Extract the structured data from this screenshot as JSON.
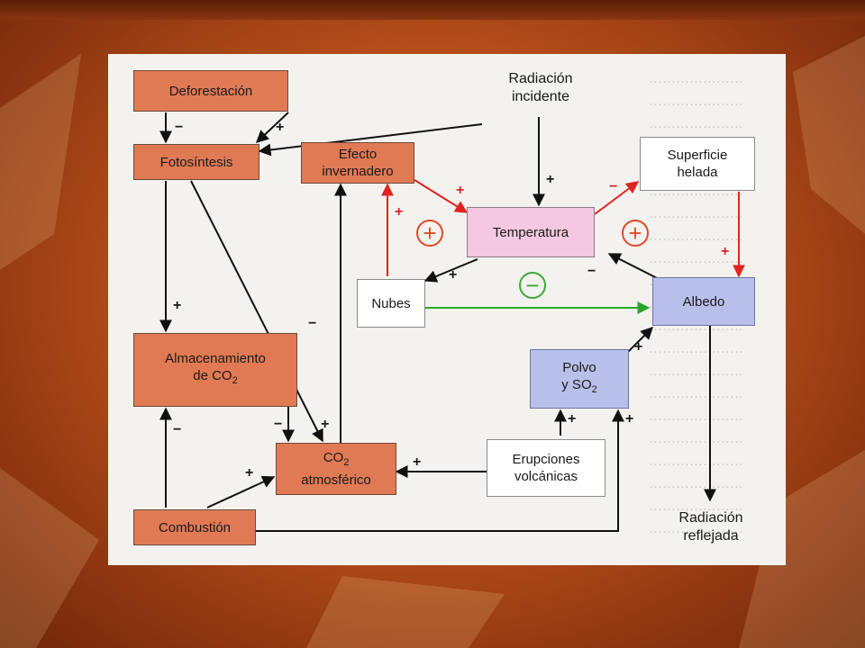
{
  "diagram": {
    "boxes": {
      "deforestacion": "Deforestación",
      "fotosintesis": "Fotosíntesis",
      "efecto_line1": "Efecto",
      "efecto_line2": "invernadero",
      "superficie_line1": "Superficie",
      "superficie_line2": "helada",
      "temperatura": "Temperatura",
      "nubes": "Nubes",
      "albedo": "Albedo",
      "almacenamiento_line1": "Almacenamiento",
      "almacenamiento_line2": "de CO",
      "almacenamiento_sub": "2",
      "polvo_line1": "Polvo",
      "polvo_line2": "y SO",
      "polvo_sub": "2",
      "co2_line1": "CO",
      "co2_sub": "2",
      "co2_line2": "atmosférico",
      "erupciones_line1": "Erupciones",
      "erupciones_line2": "volcánicas",
      "combustion": "Combustión"
    },
    "labels": {
      "radiacion_incidente_line1": "Radiación",
      "radiacion_incidente_line2": "incidente",
      "radiacion_reflejada_line1": "Radiación",
      "radiacion_reflejada_line2": "reflejada"
    },
    "loop_signs": {
      "left_loop": "+",
      "right_loop": "+",
      "bottom_loop": "−"
    },
    "colors": {
      "process_box": "#e07a55",
      "temperature_box": "#f4c8e0",
      "albedo_box": "#b8c0ea",
      "positive_arrow": "#e0231f",
      "negative_arrow": "#2aa52a",
      "loop_positive": "#e04a2a",
      "loop_negative": "#3aa83a"
    }
  }
}
